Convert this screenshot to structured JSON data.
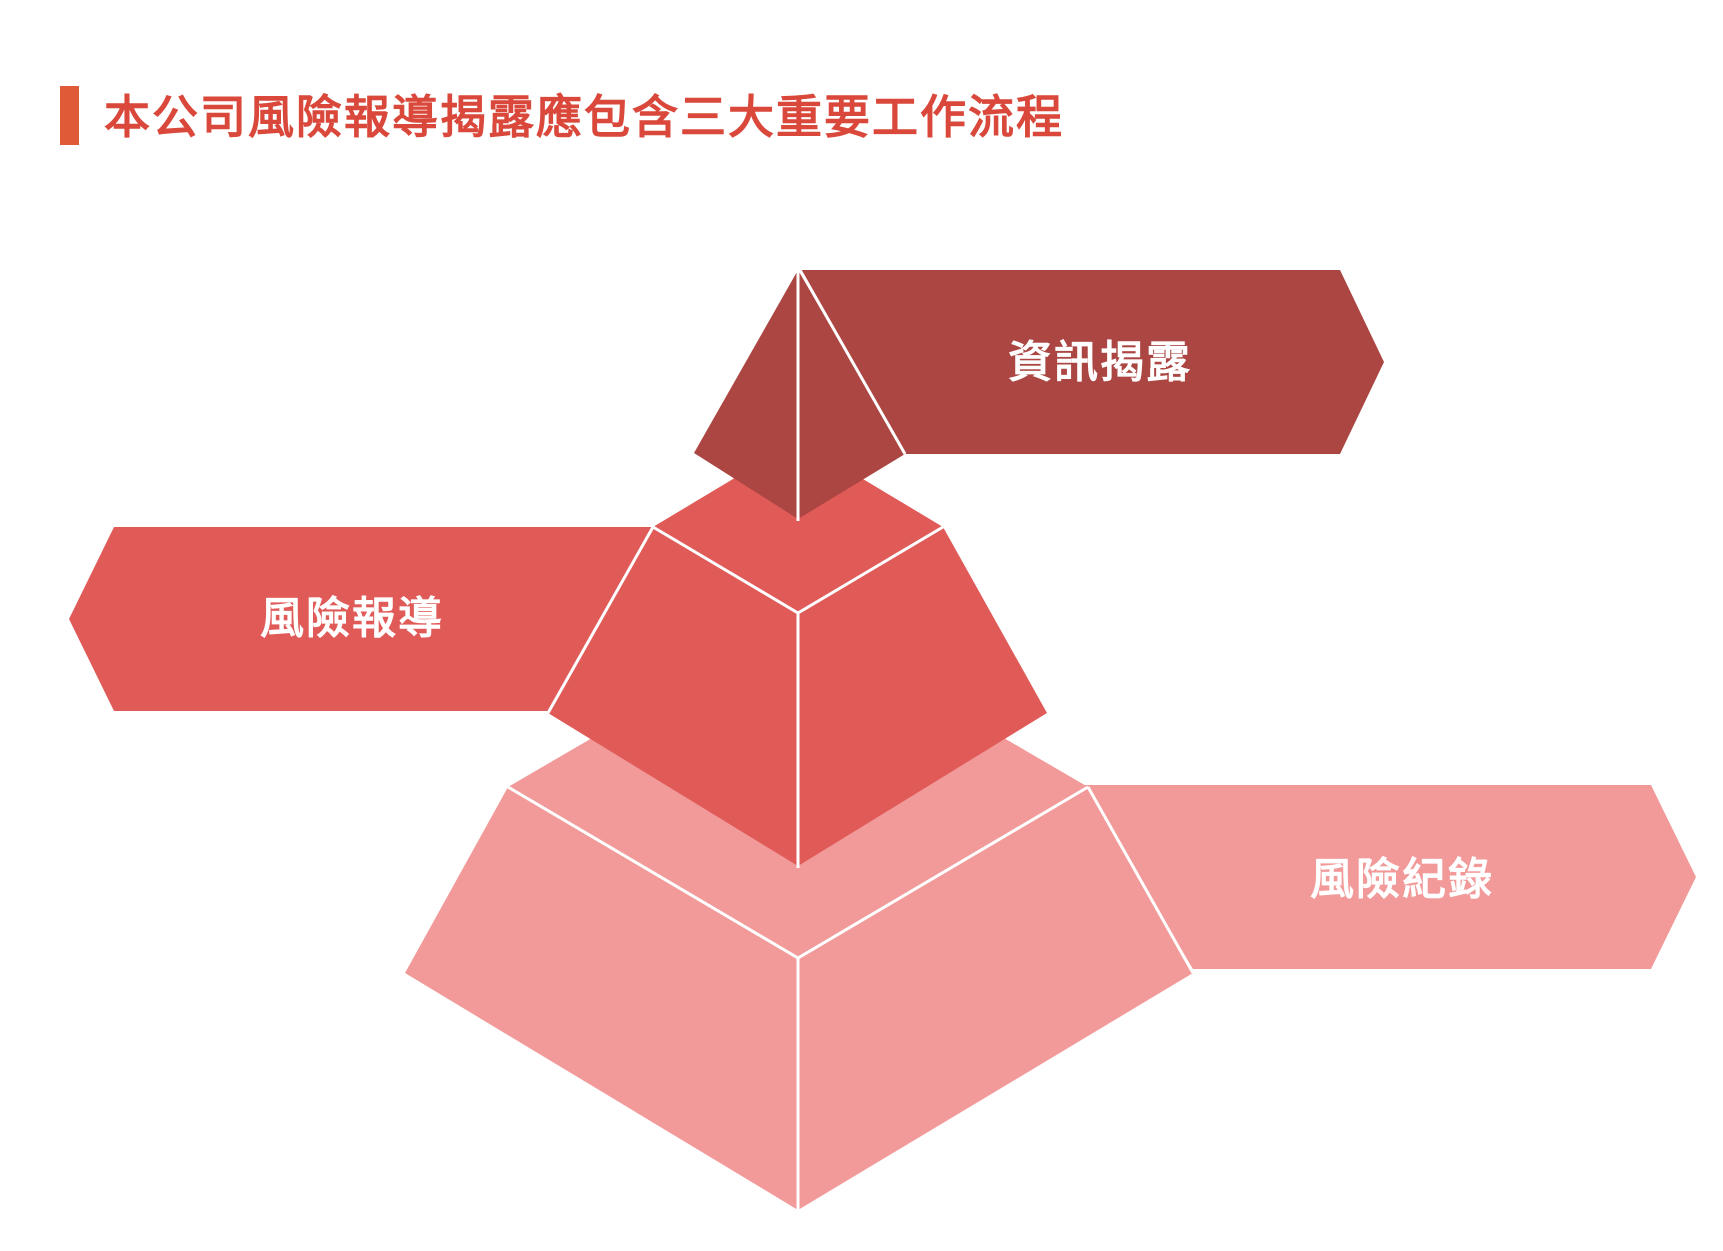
{
  "title": "本公司風險報導揭露應包含三大重要工作流程",
  "colors": {
    "title_text": "#d9483b",
    "title_bar": "#e05a37",
    "top_level": "#ab4642",
    "middle_level": "#e05a58",
    "bottom_level": "#f19a99",
    "divider": "#ffffff",
    "label_text": "#ffffff"
  },
  "levels": [
    {
      "id": "top",
      "label": "資訊揭露",
      "arrow_direction": "right"
    },
    {
      "id": "middle",
      "label": "風險報導",
      "arrow_direction": "left"
    },
    {
      "id": "bottom",
      "label": "風險紀錄",
      "arrow_direction": "right"
    }
  ]
}
